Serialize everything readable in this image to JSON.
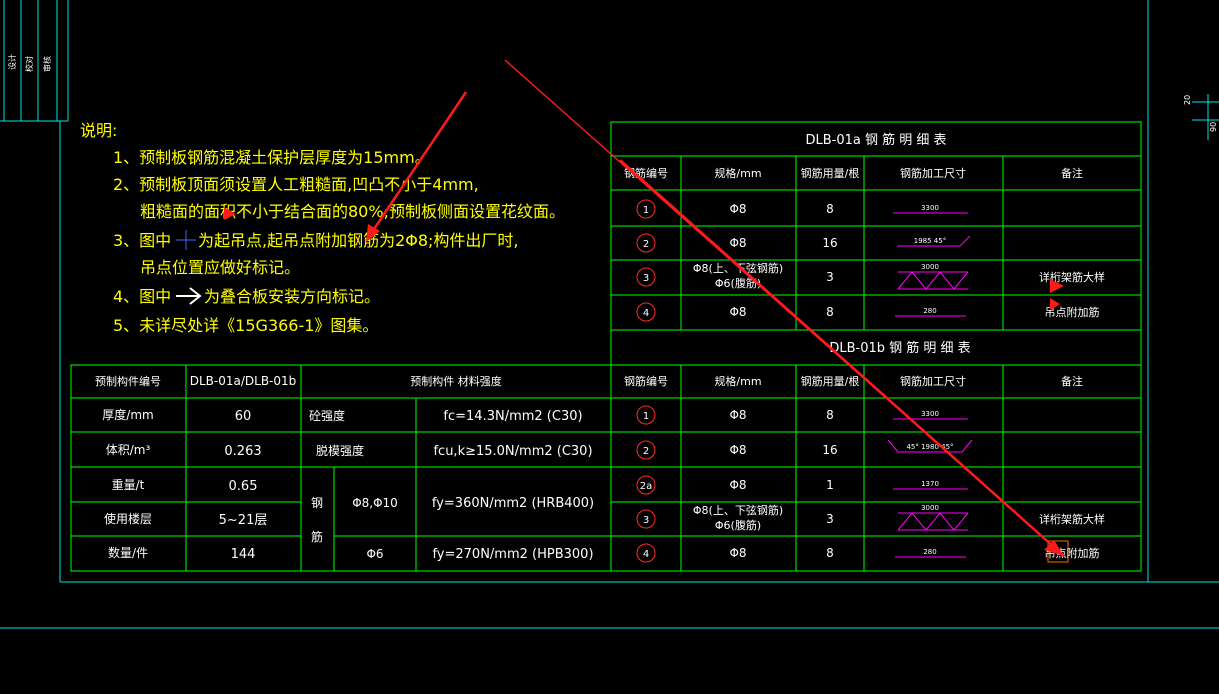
{
  "colors": {
    "background": "#000000",
    "text_yellow": "#ffff00",
    "text_white": "#ffffff",
    "table_lines": "#00ff00",
    "frame_lines": "#00e5e5",
    "shape_magenta": "#ff00ff",
    "circle_red": "#ff2a2a",
    "annotation_arrow": "#ff1a1a"
  },
  "notes": {
    "heading": "说明:",
    "line1": "1、预制板钢筋混凝土保护层厚度为15mm。",
    "line2": "2、预制板顶面须设置人工粗糙面,凹凸不小于4mm,",
    "line2b": "粗糙面的面积不小于结合面的80%;预制板侧面设置花纹面。",
    "line3": "3、图中",
    "line3_mid": "为起吊点,起吊点附加钢筋为2Φ8;构件出厂时,",
    "line3b": "吊点位置应做好标记。",
    "line4": "4、图中",
    "line4_mid": "为叠合板安装方向标记。",
    "line5": "5、未详尽处详《15G366-1》图集。"
  },
  "left_strip": {
    "col1": "设计",
    "col2": "校对",
    "col3": "审核"
  },
  "right_edge": {
    "dim1": "20",
    "dim2": "90"
  },
  "table_a": {
    "title": "DLB-01a 钢 筋 明 细 表",
    "headers": [
      "钢筋编号",
      "规格/mm",
      "钢筋用量/根",
      "钢筋加工尺寸",
      "备注"
    ],
    "rows": [
      {
        "no": "1",
        "spec": "Φ8",
        "qty": "8",
        "shape": "3300",
        "note": ""
      },
      {
        "no": "2",
        "spec": "Φ8",
        "qty": "16",
        "shape": "1985  45°",
        "note": ""
      },
      {
        "no": "3",
        "spec": "Φ8(上、下弦钢筋)",
        "spec2": "Φ6(腹筋)",
        "qty": "3",
        "shape": "3000",
        "note": "详桁架筋大样"
      },
      {
        "no": "4",
        "spec": "Φ8",
        "qty": "8",
        "shape": "280",
        "note": "吊点附加筋"
      }
    ]
  },
  "table_b": {
    "title": "DLB-01b 钢 筋 明 细 表",
    "headers": [
      "钢筋编号",
      "规格/mm",
      "钢筋用量/根",
      "钢筋加工尺寸",
      "备注"
    ],
    "rows": [
      {
        "no": "1",
        "spec": "Φ8",
        "qty": "8",
        "shape": "3300",
        "note": ""
      },
      {
        "no": "2",
        "spec": "Φ8",
        "qty": "16",
        "shape": "45°  1980  45°",
        "note": ""
      },
      {
        "no": "2a",
        "spec": "Φ8",
        "qty": "1",
        "shape": "1370",
        "note": ""
      },
      {
        "no": "3",
        "spec": "Φ8(上、下弦钢筋)",
        "spec2": "Φ6(腹筋)",
        "qty": "3",
        "shape": "3000",
        "note": "详桁架筋大样"
      },
      {
        "no": "4",
        "spec": "Φ8",
        "qty": "8",
        "shape": "280",
        "note": "吊点附加筋"
      }
    ]
  },
  "material_table": {
    "h_id": "预制构件编号",
    "h_id_val": "DLB-01a/DLB-01b",
    "h_material": "预制构件 材料强度",
    "rows": [
      {
        "label": "厚度/mm",
        "value": "60"
      },
      {
        "label": "体积/m³",
        "value": "0.263"
      },
      {
        "label": "重量/t",
        "value": "0.65"
      },
      {
        "label": "使用楼层",
        "value": "5~21层"
      },
      {
        "label": "数量/件",
        "value": "144"
      }
    ],
    "concrete": {
      "label": "砼强度",
      "value": "fc=14.3N/mm2 (C30)"
    },
    "demold": {
      "label": "脱模强度",
      "value": "fcu,k≥15.0N/mm2 (C30)"
    },
    "steel_label_1": "钢",
    "steel_label_2": "筋",
    "steel_a_size": "Φ8,Φ10",
    "steel_a_value": "fy=360N/mm2 (HRB400)",
    "steel_b_size": "Φ6",
    "steel_b_value": "fy=270N/mm2 (HPB300)"
  }
}
